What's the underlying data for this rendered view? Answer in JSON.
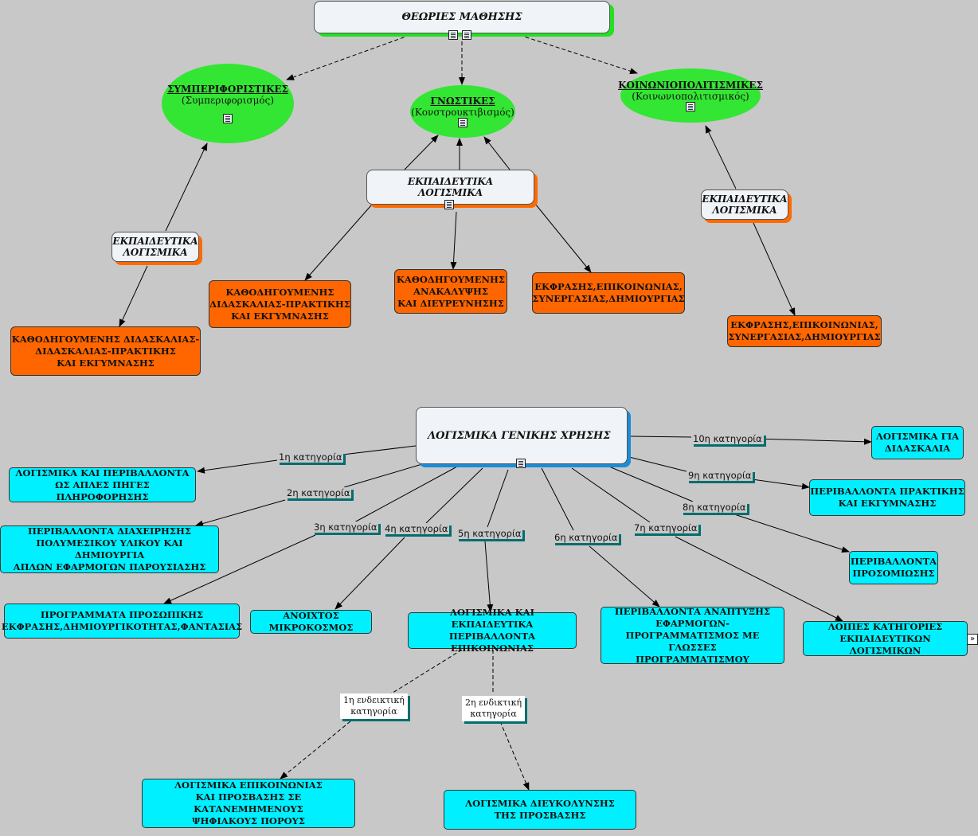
{
  "top": {
    "title": "ΘΕΩΡΙΕΣ ΜΑΘΗΣΗΣ",
    "theories": [
      {
        "name": "ΣΥΜΠΕΡΙΦΟΡΙΣΤΙΚΕΣ",
        "sub": "(Συμπεριφορισμός)"
      },
      {
        "name": "ΓΝΩΣΤΙΚΕΣ",
        "sub": "(Κονστρουκτιβισμός)"
      },
      {
        "name": "ΚΟΙΝΩΝΙΟΠΟΛΙΤΙΣΜΙΚΕΣ",
        "sub": "(Κοινωνιοπολιτισμικός)"
      }
    ],
    "software_label_line1": "ΕΚΠΑΙΔΕΥΤΙΚΑ",
    "software_label_line2": "ΛΟΓΙΣΜΙΚΑ",
    "orange_boxes": [
      {
        "l1": "ΚΑΘΟΔΗΓΟΥΜΕΝΗΣ ΔΙΔΑΣΚΑΛΙΑΣ-",
        "l2": "ΔΙΔΑΣΚΑΛΙΑΣ-ΠΡΑΚΤΙΚΗΣ",
        "l3": "ΚΑΙ ΕΚΓΥΜΝΑΣΗΣ"
      },
      {
        "l1": "ΚΑΘΟΔΗΓΟΥΜΕΝΗΣ",
        "l2": "ΔΙΔΑΣΚΑΛΙΑΣ-ΠΡΑΚΤΙΚΗΣ",
        "l3": "ΚΑΙ ΕΚΓΥΜΝΑΣΗΣ"
      },
      {
        "l1": "ΚΑΘΟΔΗΓΟΥΜΕΝΗΣ",
        "l2": "ΑΝΑΚΑΛΥΨΗΣ",
        "l3": "ΚΑΙ ΔΙΕΥΡΕΥΝΗΣΗΣ"
      },
      {
        "l1": "ΕΚΦΡΑΣΗΣ,ΕΠΙΚΟΙΝΩΝΙΑΣ,",
        "l2": "ΣΥΝΕΡΓΑΣΙΑΣ,ΔΗΜΙΟΥΡΓΙΑΣ"
      },
      {
        "l1": "ΕΚΦΡΑΣΗΣ,ΕΠΙΚΟΙΝΩΝΙΑΣ,",
        "l2": "ΣΥΝΕΡΓΑΣΙΑΣ,ΔΗΜΙΟΥΡΓΙΑΣ"
      }
    ]
  },
  "bottom": {
    "title": "ΛΟΓΙΣΜΙΚΑ ΓΕΝΙΚΗΣ ΧΡΗΣΗΣ",
    "categories": [
      "1η κατηγορία",
      "2η κατηγορία",
      "3η κατηγορία",
      "4η κατηγορία",
      "5η κατηγορία",
      "6η κατηγορία",
      "7η κατηγορία",
      "8η κατηγορία",
      "9η κατηγορία",
      "10η κατηγορία"
    ],
    "boxes": [
      {
        "l1": "ΛΟΓΙΣΜΙΚΑ ΚΑΙ ΠΕΡΙΒΑΛΛΟΝΤΑ",
        "l2": "ΩΣ ΑΠΛΕΣ ΠΗΓΕΣ ΠΛΗΡΟΦΟΡΗΣΗΣ"
      },
      {
        "l1": "ΠΕΡΙΒΑΛΛΟΝΤΑ ΔΙΑΧΕΙΡΗΣΗΣ",
        "l2": "ΠΟΛΥΜΕΣΙΚΟΥ ΥΛΙΚΟΥ ΚΑΙ ΔΗΜΙΟΥΡΓΙΑ",
        "l3": "ΑΠΛΩΝ ΕΦΑΡΜΟΓΩΝ ΠΑΡΟΥΣΙΑΣΗΣ"
      },
      {
        "l1": "ΠΡΟΓΡΑΜΜΑΤΑ ΠΡΟΣΩΠΙΚΗΣ",
        "l2": "ΕΚΦΡΑΣΗΣ,ΔΗΜΙΟΥΡΓΙΚΟΤΗΤΑΣ,ΦΑΝΤΑΣΙΑΣ"
      },
      {
        "l1": "ΑΝΟΙΧΤΟΣ ΜΙΚΡΟΚΟΣΜΟΣ"
      },
      {
        "l1": "ΛΟΓΙΣΜΙΚΑ ΚΑΙ ΕΚΠΑΙΔΕΥΤΙΚΑ",
        "l2": "ΠΕΡΙΒΑΛΛΟΝΤΑ ΕΠΙΚΟΙΝΩΝΙΑΣ"
      },
      {
        "l1": "ΠΕΡΙΒΑΛΛΟΝΤΑ ΑΝΑΠΤΥΞΗΣ",
        "l2": "ΕΦΑΡΜΟΓΩΝ-",
        "l3": "ΠΡΟΓΡΑΜΜΑΤΙΣΜΟΣ ΜΕ ΓΛΩΣΣΕΣ",
        "l4": "ΠΡΟΓΡΑΜΜΑΤΙΣΜΟΥ"
      },
      {
        "l1": "ΛΟΙΠΕΣ ΚΑΤΗΓΟΡΙΕΣ",
        "l2": "ΕΚΠΑΙΔΕΥΤΙΚΩΝ ΛΟΓΙΣΜΙΚΩΝ"
      },
      {
        "l1": "ΠΕΡΙΒΑΛΛΟΝΤΑ",
        "l2": "ΠΡΟΣΟΜΙΩΣΗΣ"
      },
      {
        "l1": "ΠΕΡΙΒΑΛΛΟΝΤΑ ΠΡΑΚΤΙΚΗΣ",
        "l2": "ΚΑΙ ΕΚΓΥΜΝΑΣΗΣ"
      },
      {
        "l1": "ΛΟΓΙΣΜΙΚΑ ΓΙΑ",
        "l2": "ΔΙΔΑΣΚΑΛΙΑ"
      }
    ],
    "sub_labels": [
      {
        "l1": "1η ενδεικτική",
        "l2": "κατηγορία"
      },
      {
        "l1": "2η ενδικτική",
        "l2": "κατηγορία"
      }
    ],
    "sub_boxes": [
      {
        "l1": "ΛΟΓΙΣΜΙΚΑ ΕΠΙΚΟΙΝΩΝΙΑΣ",
        "l2": "ΚΑΙ ΠΡΟΣΒΑΣΗΣ ΣΕ ΚΑΤΑΝΕΜΗΜΕΝΟΥΣ",
        "l3": "ΨΗΦΙΑΚΟΥΣ ΠΟΡΟΥΣ"
      },
      {
        "l1": "ΛΟΓΙΣΜΙΚΑ ΔΙΕΥΚΟΛΥΝΣΗΣ",
        "l2": "ΤΗΣ ΠΡΟΣΒΑΣΗΣ"
      }
    ]
  },
  "colors": {
    "green": "#33e633",
    "orange": "#ff6600",
    "cyan": "#00f0ff",
    "background": "#c8c8c8"
  },
  "icons": [
    "resource-list-icon",
    "image-icon",
    "film-icon",
    "expand-arrow-icon"
  ]
}
